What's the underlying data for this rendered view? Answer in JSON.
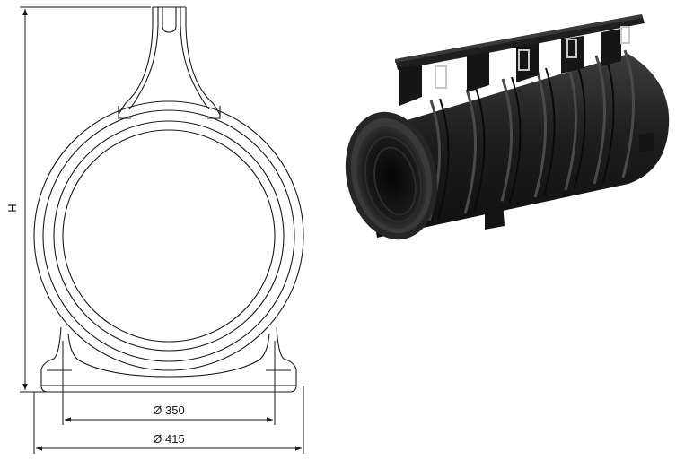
{
  "drawing": {
    "height_label": "H",
    "inner_diameter_label": "Ø 350",
    "outer_diameter_label": "Ø 415"
  },
  "colors": {
    "line": "#1a1a1a",
    "product_body": "#1c1c1c",
    "product_highlight": "#4a4a4a",
    "clip_metal": "#c8c8c8"
  }
}
